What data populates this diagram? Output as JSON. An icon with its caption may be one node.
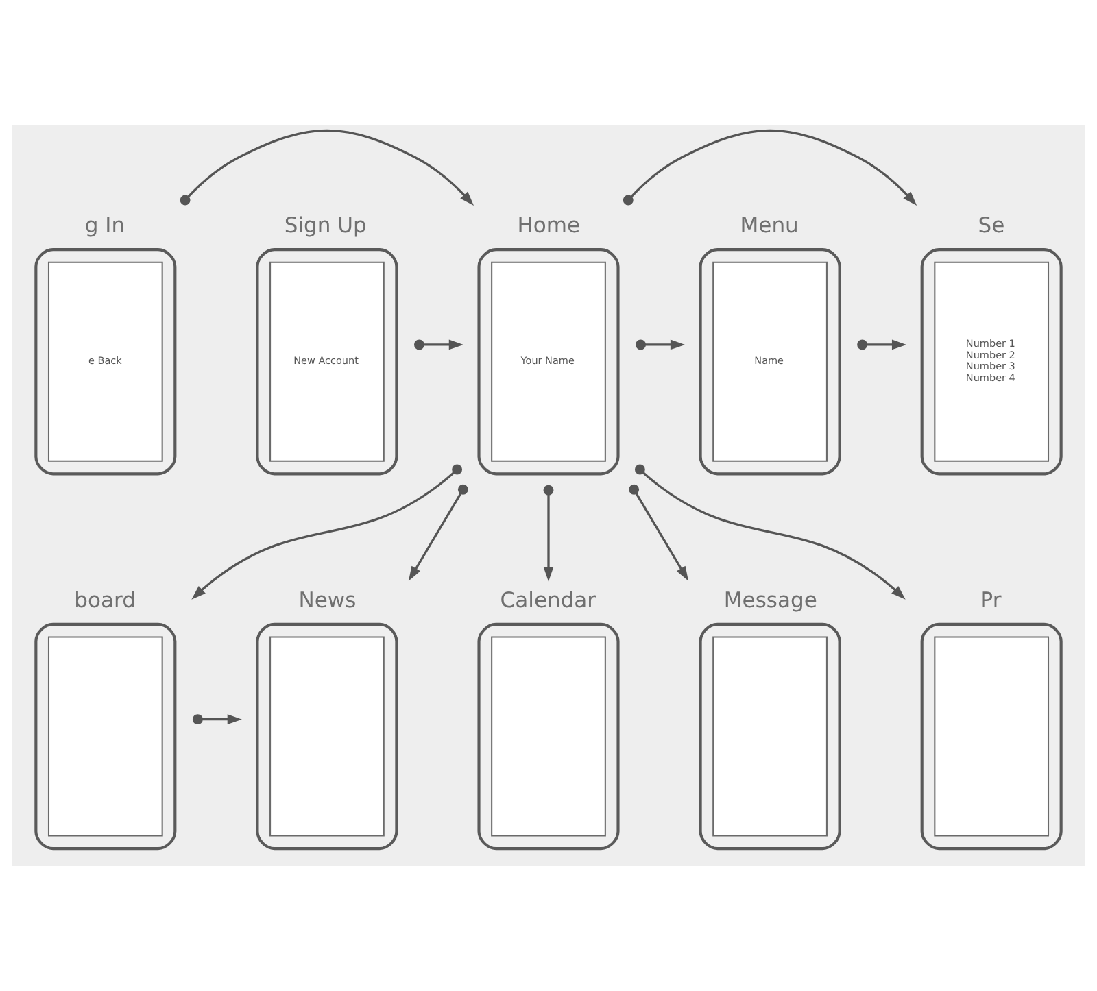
{
  "diagram": {
    "nodes": [
      {
        "text": [
          "g In",
          "e Back"
        ]
      },
      {
        "text": [
          "Sign Up",
          "New Account"
        ]
      },
      {
        "text": [
          "Home",
          "Your Name"
        ]
      },
      {
        "text": [
          "Menu",
          "Name"
        ]
      },
      {
        "text": [
          "Se",
          "Number 1",
          "Number 2",
          "Number 3",
          "Number 4"
        ]
      },
      {
        "text": [
          "board"
        ]
      },
      {
        "text": [
          "News"
        ]
      },
      {
        "text": [
          "Calendar"
        ]
      },
      {
        "text": [
          "Message"
        ]
      },
      {
        "text": [
          "Pr"
        ]
      }
    ],
    "edges": [
      {
        "from": 0,
        "to": 2,
        "arrow": "to"
      },
      {
        "from": 1,
        "to": 2,
        "arrow": "to"
      },
      {
        "from": 2,
        "to": 5,
        "arrow": "to"
      },
      {
        "from": 2,
        "to": 6,
        "arrow": "to"
      },
      {
        "from": 2,
        "to": 7,
        "arrow": "to"
      },
      {
        "from": 5,
        "to": 6,
        "arrow": "to"
      },
      {
        "from": 2,
        "to": 3,
        "arrow": "to"
      },
      {
        "from": 2,
        "to": 4,
        "arrow": "to"
      },
      {
        "from": 3,
        "to": 4,
        "arrow": "to"
      },
      {
        "from": 2,
        "to": 9,
        "arrow": "to"
      },
      {
        "from": 2,
        "to": 8,
        "arrow": "to"
      }
    ]
  }
}
